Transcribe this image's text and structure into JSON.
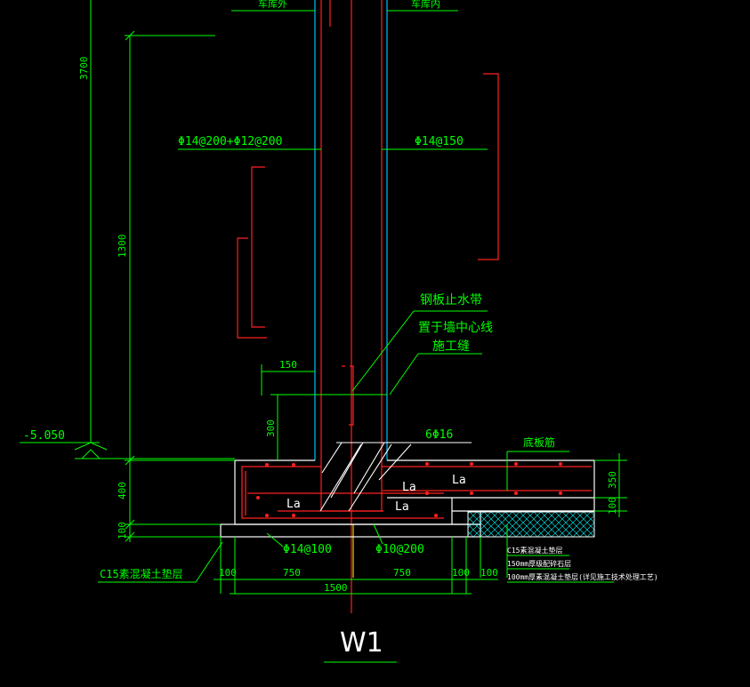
{
  "drawing": {
    "title": "W1",
    "top_left_label": "车库外",
    "top_right_label": "车库内",
    "elevation": "-5.050",
    "dims_vertical": [
      "3700",
      "1300",
      "300",
      "400",
      "100"
    ],
    "dims_right": [
      "350",
      "100"
    ],
    "dims_bottom": [
      "100",
      "750",
      "750",
      "100",
      "100"
    ],
    "dim_total": "1500",
    "dim_150": "150",
    "rebar_left_wall": "Φ14@200+Φ12@200",
    "rebar_right_wall": "Φ14@150",
    "rebar_bottom_left": "Φ14@100",
    "rebar_bottom_right": "Φ10@200",
    "rebar_top": "6Φ16",
    "anchor_label": "La",
    "waterstop": [
      "钢板止水带",
      "置于墙中心线",
      "施工缝"
    ],
    "slab_rebar_label": "底板筋",
    "cushion_label": "C15素混凝土垫层",
    "legend_notes": [
      "C15素混凝土垫层",
      "150mm厚级配碎石层",
      "100mm厚素混凝土垫层(详见施工技术处理工艺)"
    ]
  },
  "colors": {
    "background": "#000000",
    "green": "#00ff00",
    "white": "#ffffff",
    "red": "#ff0000",
    "cyan": "#00bfff",
    "yellow": "#ffff00"
  }
}
